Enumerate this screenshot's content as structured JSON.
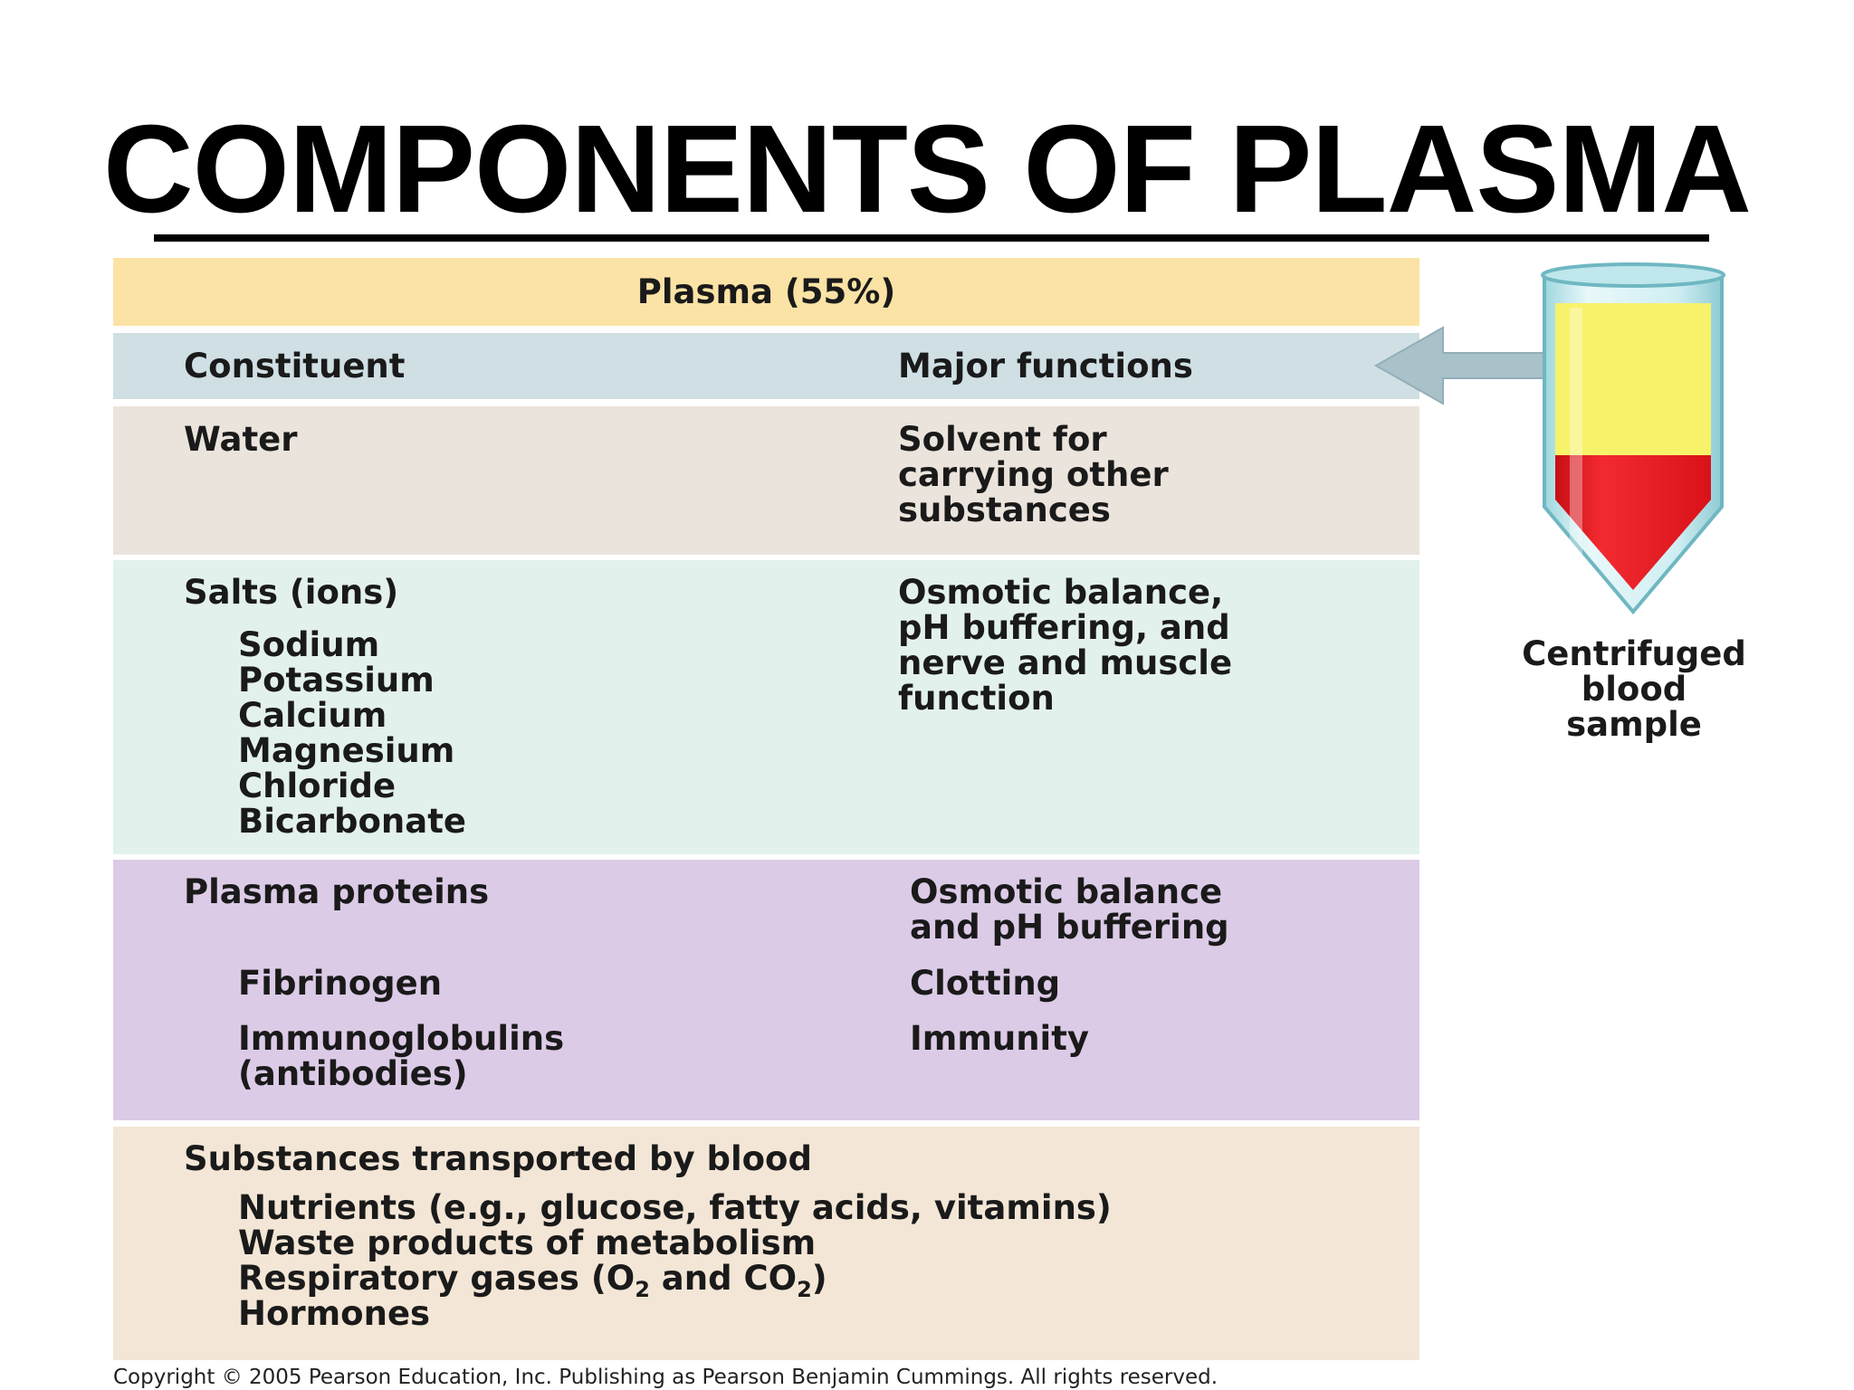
{
  "title": "COMPONENTS OF PLASMA",
  "colors": {
    "plasma_header": "#fbe3a6",
    "column_header": "#cfdfe4",
    "water_row": "#ebe4dc",
    "salts_row": "#e3f1ec",
    "proteins_row": "#dccbe7",
    "substances_row": "#f3e6d6",
    "arrow": "#a9c1c9",
    "plasma_fluid": "#f7f26a",
    "red_cells": "#e8141e"
  },
  "table": {
    "header": "Plasma (55%)",
    "columns": [
      "Constituent",
      "Major functions"
    ],
    "water": {
      "constituent": "Water",
      "function_lines": [
        "Solvent for",
        "carrying other",
        "substances"
      ]
    },
    "salts": {
      "constituent": "Salts (ions)",
      "items": [
        "Sodium",
        "Potassium",
        "Calcium",
        "Magnesium",
        "Chloride",
        "Bicarbonate"
      ],
      "function_lines": [
        "Osmotic balance,",
        "pH buffering, and",
        "nerve and muscle",
        "function"
      ]
    },
    "proteins": {
      "constituent": "Plasma proteins",
      "function_lines": [
        "Osmotic balance",
        "and pH buffering"
      ],
      "fibrinogen": "Fibrinogen",
      "fibrinogen_function": "Clotting",
      "immunoglobulins_lines": [
        "Immunoglobulins",
        "(antibodies)"
      ],
      "immunoglobulins_function": "Immunity"
    },
    "substances": {
      "constituent": "Substances transported by blood",
      "nutrients": "Nutrients (e.g., glucose, fatty acids, vitamins)",
      "waste": "Waste products of metabolism",
      "gases_prefix": "Respiratory gases (O",
      "gases_sub1": "2",
      "gases_mid": " and CO",
      "gases_sub2": "2",
      "gases_suffix": ")",
      "hormones": "Hormones"
    }
  },
  "tube_caption_lines": [
    "Centrifuged",
    "blood",
    "sample"
  ],
  "copyright": "Copyright © 2005 Pearson Education, Inc. Publishing as Pearson Benjamin Cummings. All rights reserved."
}
